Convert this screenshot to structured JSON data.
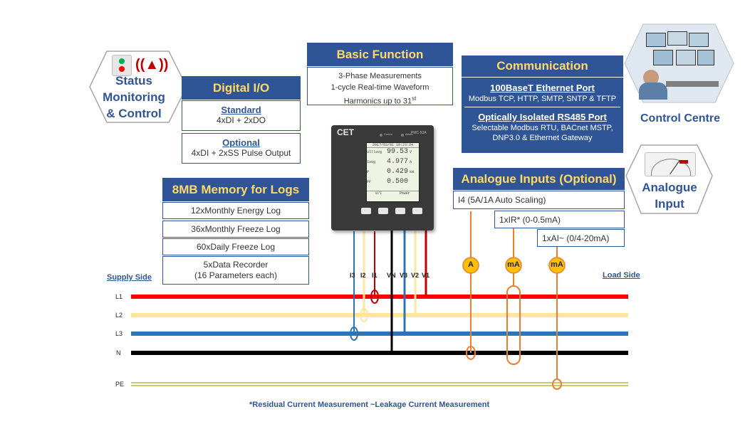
{
  "status": {
    "line1": "Status",
    "line2": "Monitoring",
    "line3": "& Control"
  },
  "digital_io": {
    "title": "Digital I/O",
    "standard_label": "Standard",
    "standard_value": "4xDI + 2xDO",
    "optional_label": "Optional",
    "optional_value": "4xDI + 2xSS Pulse Output"
  },
  "basic": {
    "title": "Basic Function",
    "line1": "3-Phase Measurements",
    "line2": "1-cycle Real-time Waveform",
    "line3": "Harmonics up to 31",
    "line3_sup": "st"
  },
  "communication": {
    "title": "Communication",
    "ethernet_title": "100BaseT Ethernet Port",
    "ethernet_desc": "Modbus TCP, HTTP, SMTP, SNTP & TFTP",
    "rs485_title": "Optically Isolated RS485 Port",
    "rs485_line1": "Selectable Modbus RTU, BACnet MSTP,",
    "rs485_line2": "DNP3.0 & Ethernet Gateway"
  },
  "control_centre": {
    "label": "Control Centre"
  },
  "memory": {
    "title": "8MB Memory for Logs",
    "items": [
      "12xMonthly  Energy Log",
      "36xMonthly  Freeze Log",
      "60xDaily Freeze Log"
    ],
    "recorder_line1": "5xData Recorder",
    "recorder_line2": "(16 Parameters each)"
  },
  "analogue": {
    "title": "Analogue Inputs (Optional)",
    "row1": "I4 (5A/1A Auto  Scaling)",
    "row2": "1xIR* (0-0.5mA)",
    "row3": "1xAI~ (0/4-20mA)"
  },
  "analogue_input": {
    "line1": "Analogue",
    "line2": "Input"
  },
  "meter": {
    "brand": "CET",
    "model": "PMC-53A",
    "led1": "Comm",
    "led2": "Alarm",
    "date": "2017/03/01 10:23:24",
    "rows": [
      {
        "label": "Ulllavg",
        "value": "99.53",
        "unit": "V"
      },
      {
        "label": "Iavg",
        "value": "4.977",
        "unit": "A"
      },
      {
        "label": "P",
        "value": "0.429",
        "unit": "kW"
      },
      {
        "label": "PF",
        "value": "0.500",
        "unit": ""
      }
    ],
    "footer_left": "U/I",
    "footer_right": "Power"
  },
  "terminals": [
    "I3",
    "I2",
    "I1",
    "VN",
    "V3",
    "V2",
    "V1"
  ],
  "sensors": [
    "A",
    "mA",
    "mA"
  ],
  "supply_side": "Supply Side",
  "load_side": "Load Side",
  "lines": [
    "L1",
    "L2",
    "L3",
    "N",
    "PE"
  ],
  "footnote": "*Residual Current Measurement  ~Leakage Current Measurement",
  "colors": {
    "header_bg": "#2f5597",
    "header_text": "#ffd966",
    "l1": "#ff0000",
    "l2": "#ffe699",
    "l3": "#2e75b6",
    "n": "#000000",
    "pe": "#c9c96b",
    "analogue_wire": "#ed7d31"
  }
}
